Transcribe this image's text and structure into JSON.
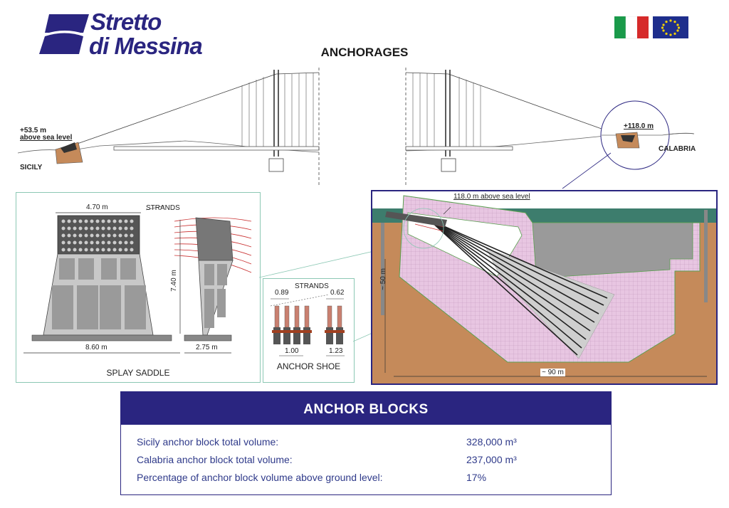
{
  "logo": {
    "line1": "Stretto",
    "line2": "di Messina"
  },
  "page_title": "ANCHORAGES",
  "elevation": {
    "sicily": {
      "level": "+53.5 m",
      "level_note": "above sea level",
      "name": "SICILY"
    },
    "calabria": {
      "level": "+118.0 m",
      "name": "CALABRIA"
    }
  },
  "splay_saddle": {
    "width_top": "4.70 m",
    "strands": "STRANDS",
    "height": "7.40 m",
    "width_base": "8.60 m",
    "side_base": "2.75 m",
    "caption": "SPLAY SADDLE"
  },
  "anchor_shoe": {
    "strands": "STRANDS",
    "dim_a": "0.89",
    "dim_b": "0.62",
    "dim_c": "1.00",
    "dim_d": "1.23",
    "caption": "ANCHOR SHOE"
  },
  "section": {
    "level_label": "118.0 m above sea level",
    "depth": "~ 50 m",
    "length": "~ 90 m"
  },
  "anchor_blocks": {
    "title": "ANCHOR BLOCKS",
    "rows": [
      {
        "label": "Sicily anchor block total volume:",
        "value": "328,000 m³"
      },
      {
        "label": "Calabria anchor block total volume:",
        "value": "237,000 m³"
      },
      {
        "label": "Percentage of anchor block volume above ground level:",
        "value": "17%"
      }
    ]
  },
  "colors": {
    "brand": "#2a2580",
    "panel_border": "#8cc8b4",
    "soil": "#c58a5a",
    "water": "#3d7d6d"
  }
}
